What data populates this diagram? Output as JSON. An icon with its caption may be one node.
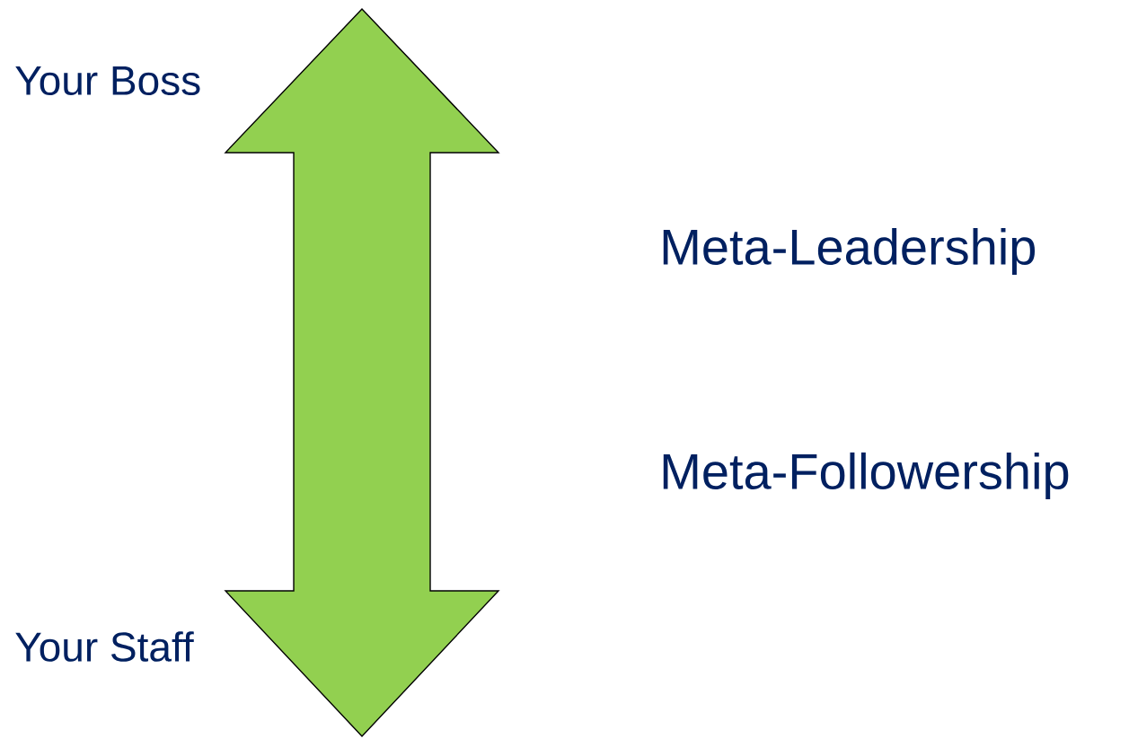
{
  "diagram": {
    "nodes": [
      {
        "text": [
          "Your Boss"
        ]
      },
      {
        "text": [
          "Your Staff"
        ]
      }
    ],
    "edges": [
      {
        "from": 0,
        "to": 1,
        "arrow": "both",
        "style": "thick",
        "color": "#92d050"
      }
    ],
    "labels": [
      "Meta-Leadership",
      "Meta-Followership"
    ]
  }
}
